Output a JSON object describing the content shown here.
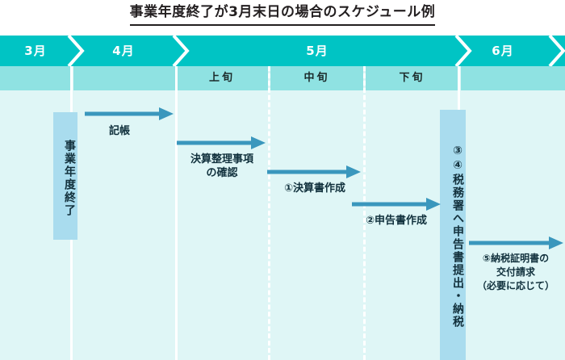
{
  "title": "事業年度終了が3月末日の場合のスケジュール例",
  "header": {
    "months": [
      {
        "label": "3月"
      },
      {
        "label": "4月"
      },
      {
        "label": "5月"
      },
      {
        "label": "6月"
      }
    ],
    "thirds": [
      {
        "label": "上旬"
      },
      {
        "label": "中旬"
      },
      {
        "label": "下旬"
      }
    ]
  },
  "milestones": {
    "fiscal_year_end": "事業年度終了",
    "tax_filing": "③④税務署へ申告書提出・納税"
  },
  "steps": [
    {
      "id": "bookkeeping",
      "label": "記帳"
    },
    {
      "id": "closing-check",
      "label": "決算整理事項\nの確認"
    },
    {
      "id": "financial-statements",
      "label": "①決算書作成"
    },
    {
      "id": "tax-return",
      "label": "②申告書作成"
    },
    {
      "id": "tax-certificate",
      "label": "⑤納税証明書の\n交付請求\n（必要に応じて）"
    }
  ],
  "colors": {
    "band": "#00c4c4",
    "sub_band": "#8fe2e2",
    "board_bg": "#dff6f6",
    "box": "#a9dcee",
    "arrow": "#3a97bd",
    "title_text": "#231f20"
  }
}
